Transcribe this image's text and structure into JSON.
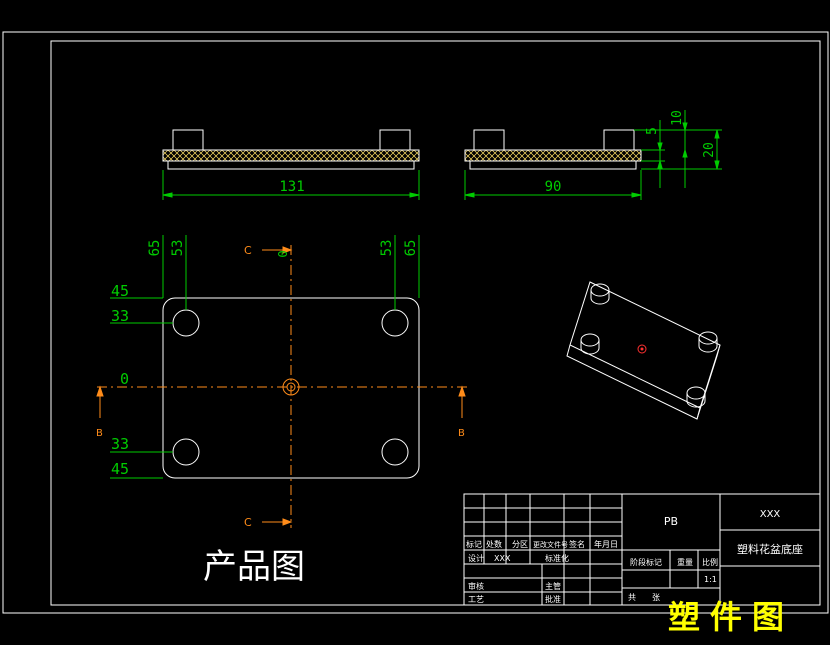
{
  "drawing": {
    "title_big": "产品图",
    "title_yellow": "塑件图",
    "title_yellow_color": "#ffff00",
    "line_color": "#ffffff",
    "dim_color": "#00cc00",
    "center_color": "#ff8c1a",
    "hatch_color": "#ffe066"
  },
  "dimensions": {
    "front_width": "131",
    "side_width": "90",
    "height_10": "10",
    "height_5": "5",
    "height_20": "20",
    "left_65": "65",
    "left_53": "53",
    "right_53": "53",
    "right_65": "65",
    "v_45_top": "45",
    "v_33_top": "33",
    "v_0": "0",
    "v_33_bot": "33",
    "v_45_bot": "45",
    "h_0": "0"
  },
  "section_marks": {
    "c_top": "C",
    "c_bottom": "C",
    "b_left": "B",
    "b_right": "B"
  },
  "title_block": {
    "material": "PB",
    "code": "XXX",
    "part_name": "塑料花盆底座",
    "h_mark": "标记",
    "h_count": "处数",
    "h_zone": "分区",
    "h_docno": "更改文件号",
    "h_sign": "签名",
    "h_date": "年月日",
    "design": "设计",
    "design_name": "XXX",
    "std": "标准化",
    "stage_mark": "阶段标记",
    "weight": "重量",
    "scale": "比例",
    "scale_value": "1:1",
    "review": "审核",
    "process": "工艺",
    "approve": "批准",
    "tech": "主管",
    "sheets": "共",
    "sheet": "张"
  }
}
